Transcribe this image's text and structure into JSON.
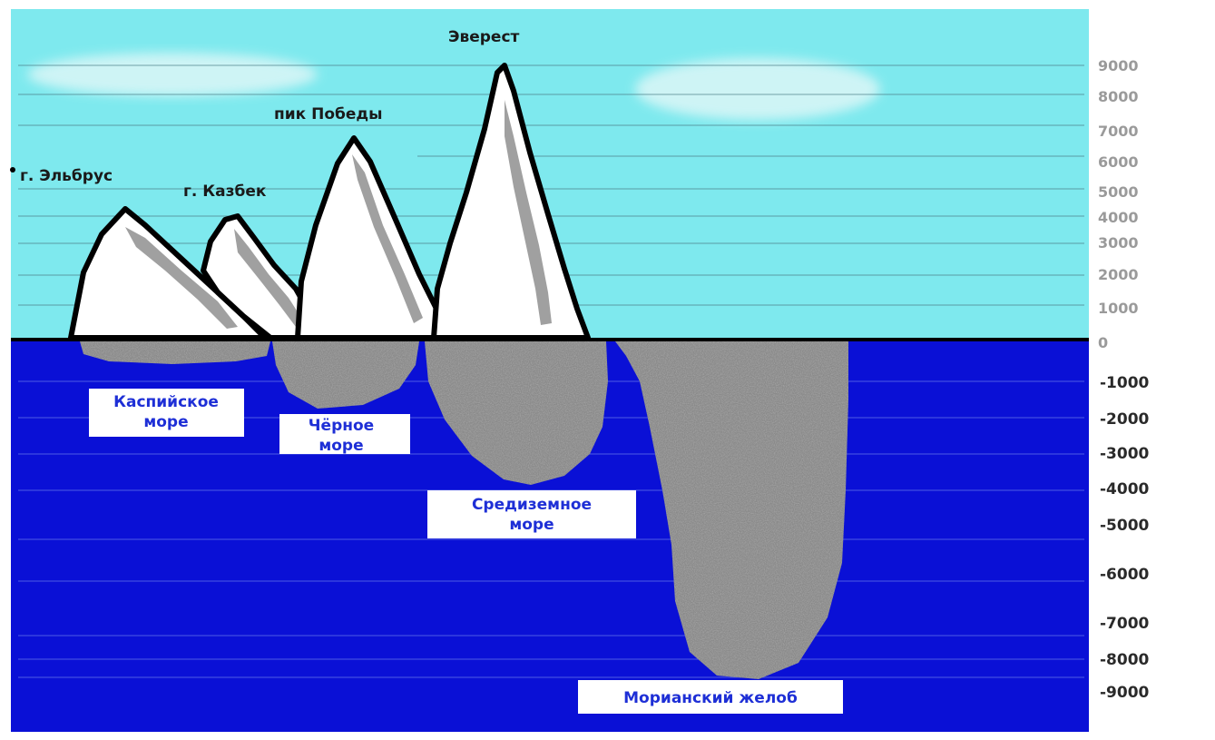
{
  "colors": {
    "sky": "#7ee9ee",
    "sea": "#0a10d6",
    "mountain_fill": "#ffffff",
    "mountain_outline": "#000000",
    "rock": "#9c9c9c",
    "sea_label_text": "#1e2fd6"
  },
  "peaks": [
    {
      "name": "г. Эльбрус"
    },
    {
      "name": "г. Казбек"
    },
    {
      "name": "пик Победы"
    },
    {
      "name": "Эверест"
    }
  ],
  "seas": [
    {
      "name": "Каспийское море"
    },
    {
      "name": "Чёрное море"
    },
    {
      "name": "Средиземное море"
    },
    {
      "name": "Морианский желоб"
    }
  ],
  "scale_ticks_above": [
    "9000",
    "8000",
    "7000",
    "6000",
    "5000",
    "4000",
    "3000",
    "2000",
    "1000",
    "0"
  ],
  "scale_ticks_below": [
    "-1000",
    "-2000",
    "-3000",
    "-4000",
    "-5000",
    "-6000",
    "-7000",
    "-8000",
    "-9000"
  ]
}
